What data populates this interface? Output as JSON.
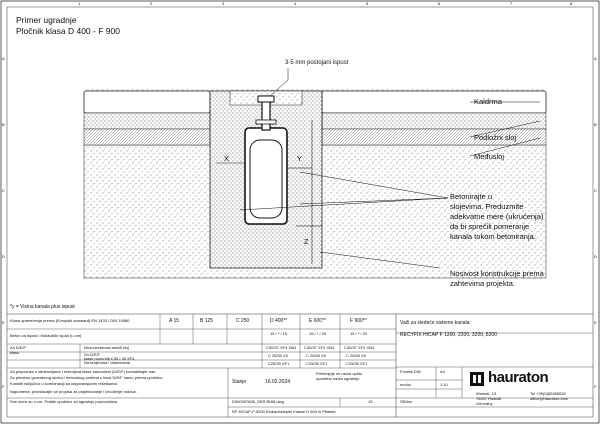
{
  "title": {
    "line1": "Primer ugradnje",
    "line2": "Pločnik klasa D 400 - F 900"
  },
  "border": {
    "top_numbers": [
      "1",
      "2",
      "3",
      "4",
      "5",
      "6",
      "7",
      "8"
    ],
    "side_letters": [
      "A",
      "B",
      "C",
      "D",
      "E",
      "F"
    ]
  },
  "drawing": {
    "gap_label": "3-5 mm postojani ispust",
    "x_label": "X",
    "y_label": "Y",
    "z_label": "Z",
    "layers": [
      "Kaldrma",
      "Podložni sloj",
      "Međusloj"
    ],
    "concrete_note": [
      "Betonirajte u",
      "slojevima. Preduzmite",
      "adekvatne mere (ukrućenja)",
      "da bi sprečili pomeranje",
      "kanala tokom betoniranja."
    ],
    "subsoil_note": [
      "Nosivost konstrukcije prema",
      "zahtevima projekta."
    ]
  },
  "footnote": "*y = Visina kanala plus ispust",
  "table": {
    "row1_label": "Klasa opterećenja prema (Evropski standard) EN 1433 / DIN 19580",
    "row2_label": "Beton za ispust i hidraulički ispad (u cm)",
    "classes": [
      "A 15",
      "B 125",
      "C 250",
      "D 400**",
      "E 600**",
      "F 900**"
    ],
    "dims": [
      "15 / * / 15",
      "15 / * / 20",
      "15 / * / 20"
    ],
    "row3_left": [
      "Za D/E/F",
      "klasu"
    ],
    "row3_mid": "Nivo-bezbedan asfalt sloj",
    "row4_mid": [
      "Za D/E/F",
      "klasu mora biti C35 / 45 XF4"
    ],
    "row5_mid": [
      "Na krajevima i cisternama",
      "betonirati manji sloj",
      "sa temeljnom pločom"
    ],
    "spec_rows": [
      [
        "C30/37 XF4 XM1",
        "C30/37 XF4 XM1",
        "C30/37 XF4 XM1"
      ],
      [
        "C 25/30 X0",
        "C 25/30 X0",
        "C 25/30 X0"
      ],
      [
        "C25/30 XF1",
        "C25/30 XF1",
        "C25/30 XF1"
      ]
    ],
    "notes": [
      "Za preporuke u dimenzijama i rešenjima klase naznačeni (D/E/F) kontaktirajte nas.",
      "Za primenu gvozdenog okvira / betonskog prstena u klasi D/E/F samo prema uputstvu.",
      "Koristiti isključivo u kombinaciji sa odgovarajućim rešetkama.",
      "Napomena: pridržavajte se propisa za projektovanje i izvođenje radova.",
      "Sve mere su u cm. Pratite uputstvo za ugradnju proizvođača."
    ]
  },
  "right_header": {
    "label": "Važi za sledeće sisteme kanala:",
    "system": "RECYFIX HICAP F 1200, 2200, 3200, 5200"
  },
  "meta": {
    "stanje_label": "Stanje",
    "date": "16.02.2024",
    "approval": [
      "Primenjuje se na/za opštu",
      "upotrebu na/za ugradnju"
    ],
    "doc_number": "D000097806_SER BHM.dwg",
    "page_value": "19",
    "lang": "SR/bw",
    "file_title": "RF-HICAP-F-5200 Einbaubeispiel Klasse D 600 in Pflaster",
    "format_label": "Format DIN",
    "format_value": "A4",
    "modul_label": "modul",
    "modul_value": "1:10"
  },
  "company": {
    "name": "hauraton",
    "address": [
      "Werkstr. 13",
      "76437 Rastatt",
      "Germany"
    ],
    "contact": [
      "Tel +39(0)62968026",
      "office@hauraton.com"
    ]
  }
}
